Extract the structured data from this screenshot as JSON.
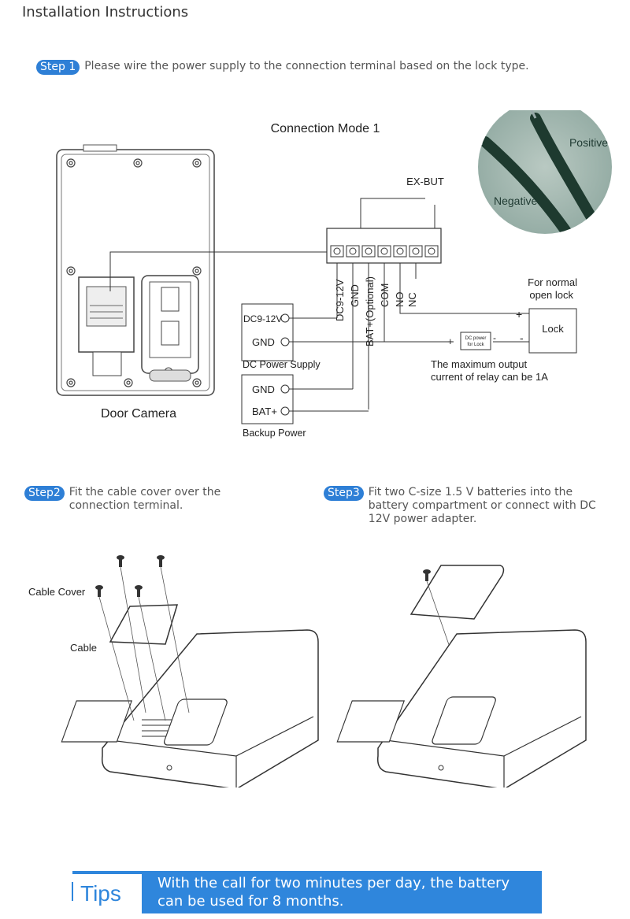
{
  "header": {
    "title": "Installation Instructions"
  },
  "step1": {
    "badge": "Step 1",
    "text": "Please wire the power supply to the connection terminal based on the lock type."
  },
  "diagram": {
    "mode_title": "Connection Mode 1",
    "ex_but": "EX-BUT",
    "terminals": [
      "DC9-12V",
      "GND",
      "BAT+(Optional)",
      "COM",
      "NO",
      "NC"
    ],
    "dc_power": {
      "v": "DC9-12V",
      "gnd": "GND",
      "label": "DC Power Supply"
    },
    "backup": {
      "gnd": "GND",
      "bat": "BAT+",
      "label": "Backup Power"
    },
    "lock_note_1": "For normal",
    "lock_note_2": "open lock",
    "lock": "Lock",
    "plus": "+",
    "minus": "-",
    "dc_lock_1": "DC power",
    "dc_lock_2": "for Lock",
    "relay_1": "The  maximum output",
    "relay_2": "current of relay can be 1A",
    "camera_label": "Door Camera",
    "wire_positive": "Positive",
    "wire_negative": "Negative"
  },
  "step2": {
    "badge": "Step2",
    "text": "Fit the cable cover over the connection terminal."
  },
  "step3": {
    "badge": "Step3",
    "text": "Fit two C-size 1.5 V batteries into the battery compartment or connect with DC 12V power adapter."
  },
  "step2_labels": {
    "cover": "Cable Cover",
    "cable": "Cable"
  },
  "tips": {
    "label": "Tips",
    "text": "With the call for two minutes per day, the battery can be used for 8 months."
  },
  "colors": {
    "accent": "#2e7fd6",
    "tips_bar": "#2f86dc"
  }
}
